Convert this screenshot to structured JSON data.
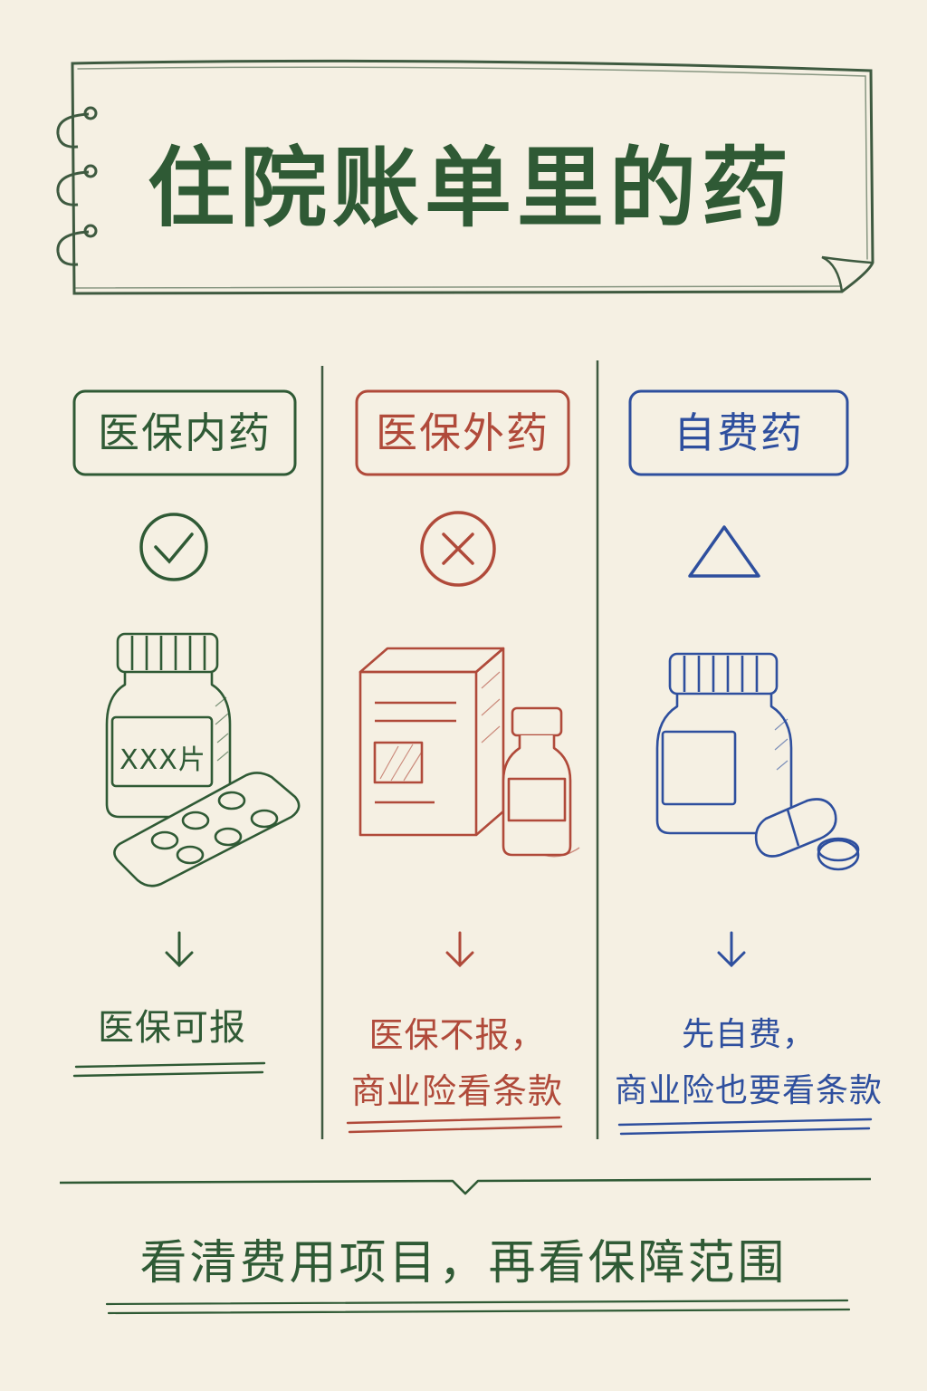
{
  "title": "住院账单里的药",
  "colors": {
    "green": "#2f5a35",
    "red": "#b04a3a",
    "blue": "#2e4f9e",
    "paper": "#f5f0e3"
  },
  "columns": [
    {
      "label": "医保内药",
      "status_icon": "check-circle-icon",
      "illustration": "pill-bottle-and-blister-pack-icon",
      "bottle_label": "XXX片",
      "arrow_icon": "arrow-down-icon",
      "result_lines": [
        "医保可报"
      ],
      "color": "#2f5a35"
    },
    {
      "label": "医保外药",
      "status_icon": "cross-circle-icon",
      "illustration": "medicine-box-and-vial-icon",
      "arrow_icon": "arrow-down-icon",
      "result_lines": [
        "医保不报，",
        "商业险看条款"
      ],
      "color": "#b04a3a"
    },
    {
      "label": "自费药",
      "status_icon": "triangle-icon",
      "illustration": "pill-bottle-and-capsule-icon",
      "arrow_icon": "arrow-down-icon",
      "result_lines": [
        "先自费，",
        "商业险也要看条款"
      ],
      "color": "#2e4f9e"
    }
  ],
  "summary": "看清费用项目，再看保障范围"
}
